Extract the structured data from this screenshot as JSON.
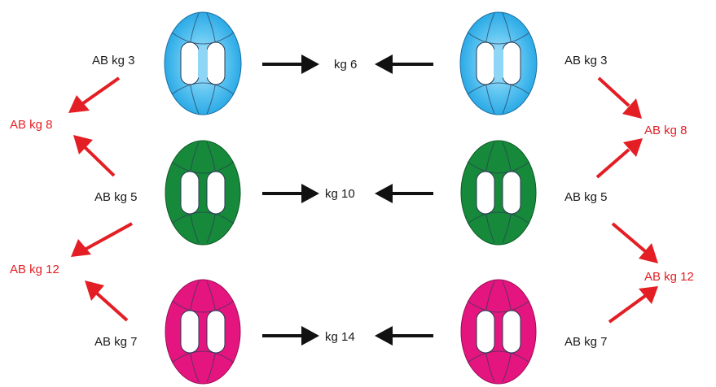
{
  "colors": {
    "blue": "#33b3ec",
    "blue_light": "#8fd6f6",
    "green": "#16893a",
    "magenta": "#e4157f",
    "red": "#e31e24",
    "black": "#111111"
  },
  "rows": [
    {
      "color": "blue",
      "left_label": "AB kg 3",
      "center_label": "kg 6",
      "right_label": "AB kg 3"
    },
    {
      "color": "green",
      "left_label": "AB kg 5",
      "center_label": "kg 10",
      "right_label": "AB kg 5"
    },
    {
      "color": "magenta",
      "left_label": "AB kg 7",
      "center_label": "kg 14",
      "right_label": "AB kg 7"
    }
  ],
  "left_results": [
    "AB kg 8",
    "AB kg 12"
  ],
  "right_results": [
    "AB kg 8",
    "AB kg 12"
  ]
}
